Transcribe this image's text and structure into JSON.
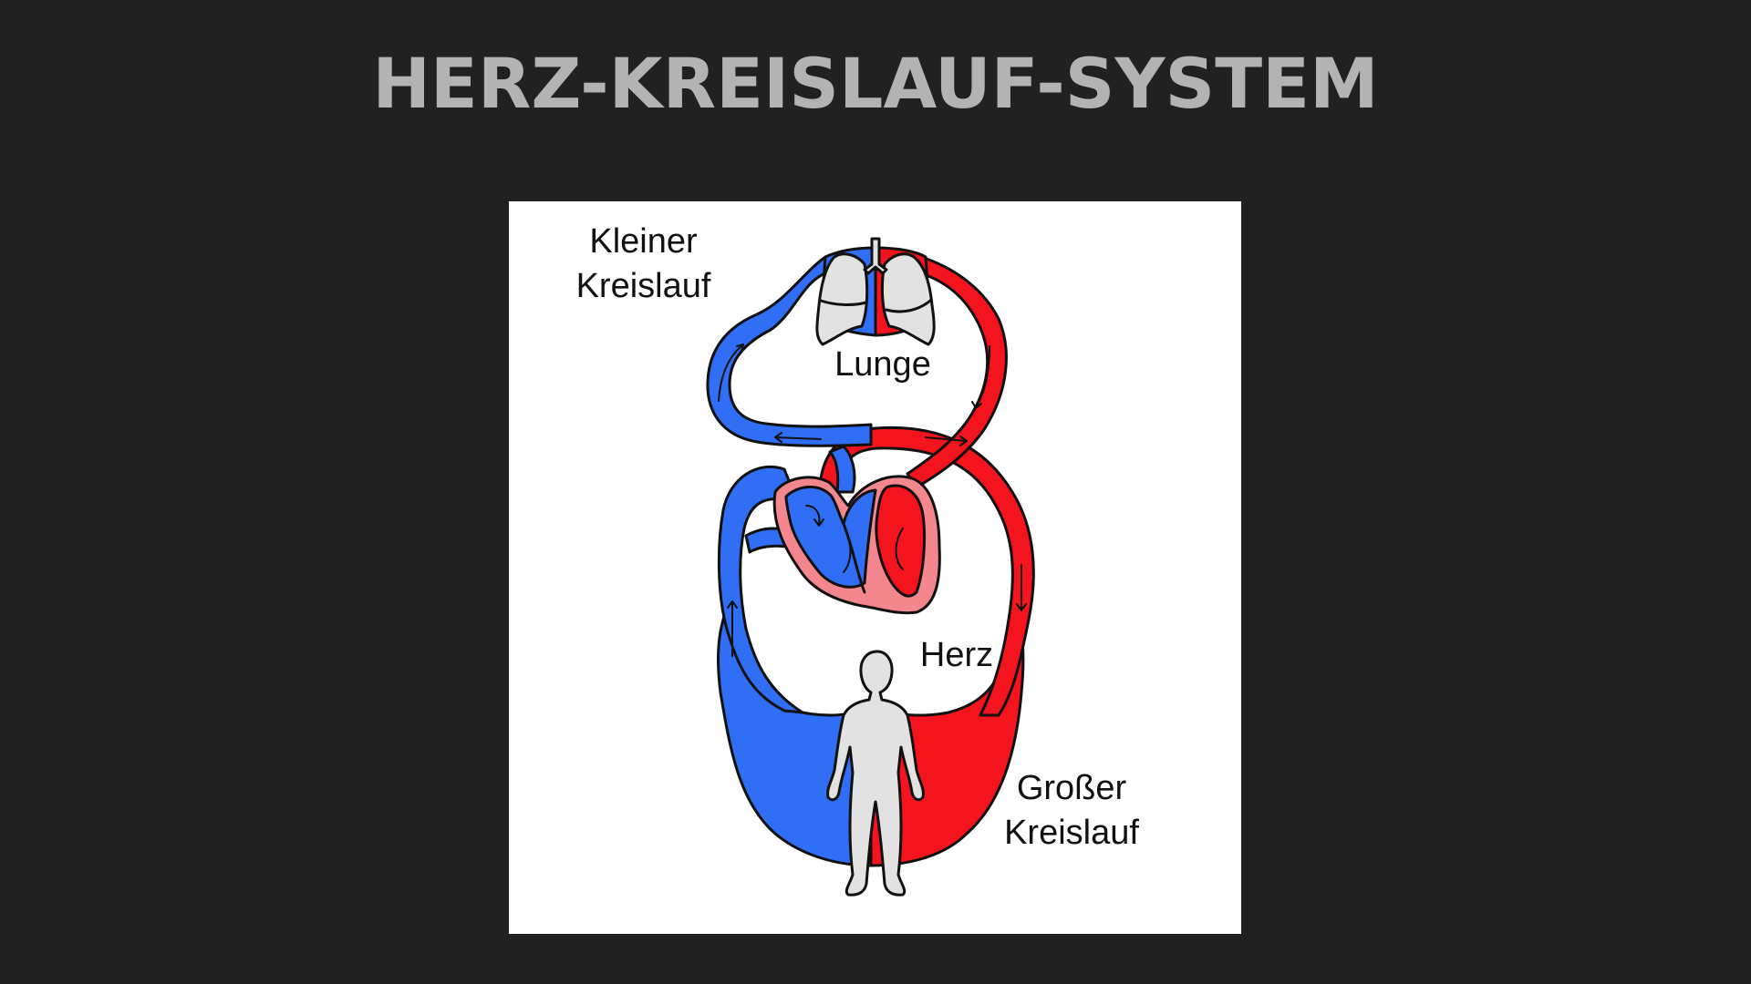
{
  "slide": {
    "title": "HERZ-KREISLAUF-SYSTEM",
    "background_color": "#212121",
    "title_color": "#b3b3b3"
  },
  "diagram": {
    "description": "Schematic of the human circulatory system showing pulmonary and systemic circulation",
    "colors": {
      "deoxygenated_blood": "#2f6ef5",
      "oxygenated_blood": "#f4141e",
      "heart_wall": "#f4868d",
      "organ_gray": "#e0e0e0",
      "outline": "#111111",
      "panel_background": "#ffffff"
    },
    "labels": {
      "small_circulation": {
        "line1": "Kleiner",
        "line2": "Kreislauf"
      },
      "lungs": "Lunge",
      "heart": "Herz",
      "large_circulation": {
        "line1": "Großer",
        "line2": "Kreislauf"
      }
    },
    "icons": {
      "lungs": "lungs-icon",
      "heart": "heart-icon",
      "body": "human-body-icon",
      "flow_arrows": "arrow-icon"
    }
  }
}
